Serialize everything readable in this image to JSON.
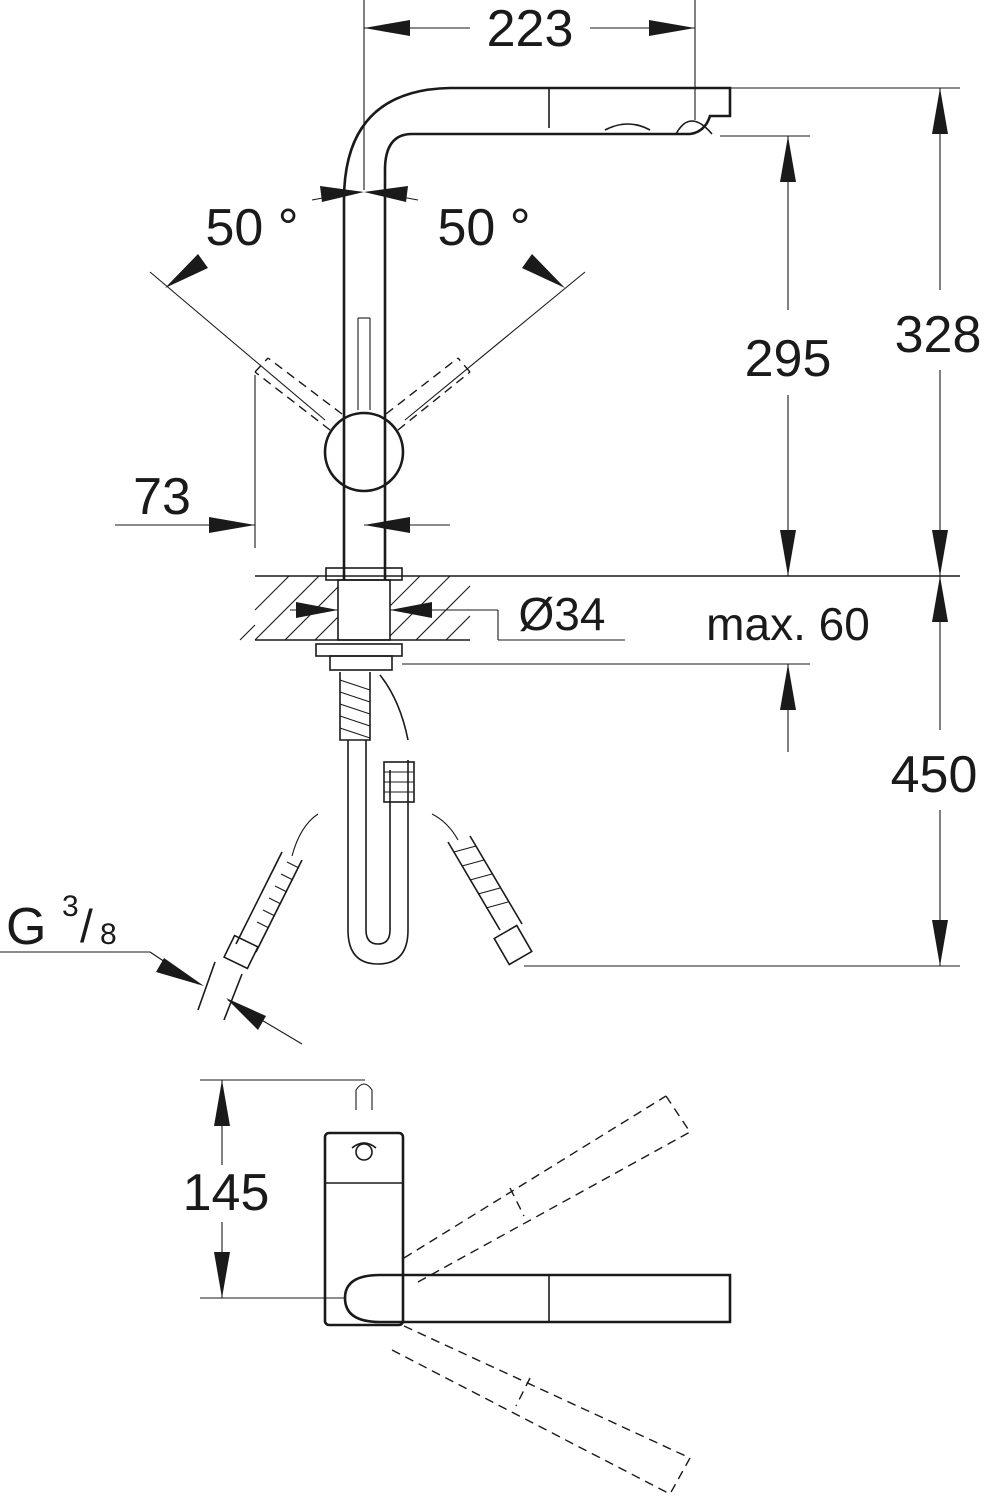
{
  "dimensions": {
    "spout_reach": "223",
    "spout_height": "295",
    "total_height": "328",
    "swivel_left": "50 °",
    "swivel_right": "50 °",
    "lever_offset": "73",
    "hole_diameter": "Ø34",
    "max_thickness": "max. 60",
    "hose_length": "450",
    "connection_prefix": "G",
    "connection_num": "3",
    "connection_sep": "/",
    "connection_den": "8",
    "plan_depth": "145"
  },
  "colors": {
    "ink": "#1a1a1a",
    "background": "#ffffff"
  }
}
